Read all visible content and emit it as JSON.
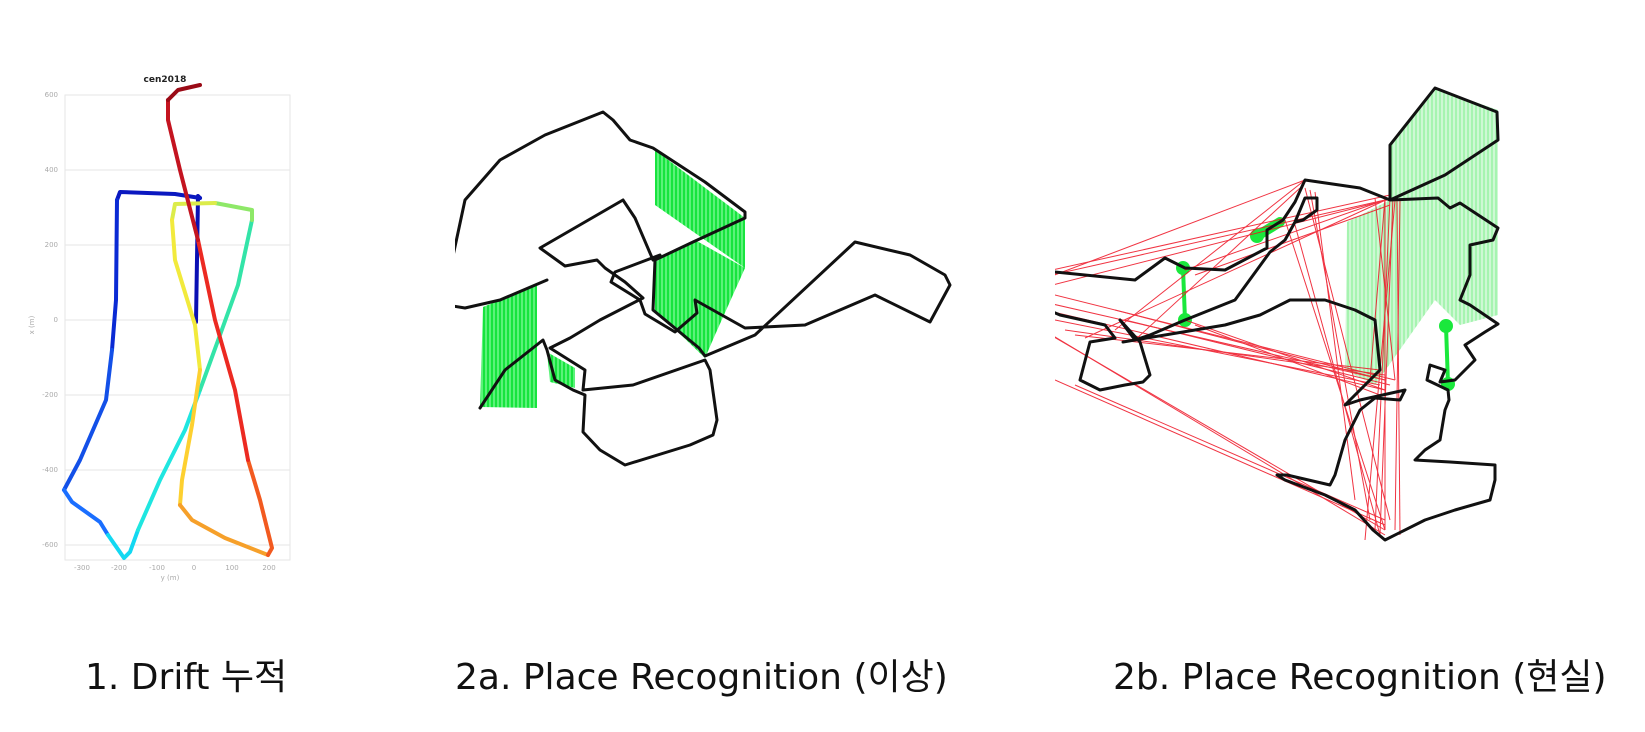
{
  "captions": {
    "drift": "1. Drift 누적",
    "ideal": "2a. Place Recognition (이상)",
    "real": "2b. Place Recognition (현실)"
  },
  "drift_plot": {
    "title": "cen2018",
    "xlabel": "y (m)",
    "ylabel": "x (m)",
    "xticks": [
      "-300",
      "-200",
      "-100",
      "0",
      "100",
      "200"
    ],
    "yticks": [
      "600",
      "400",
      "200",
      "0",
      "-200",
      "-400",
      "-600"
    ]
  },
  "colors": {
    "trajectory": "#000000",
    "true_match": "#22ee44",
    "false_match": "#ee1122"
  }
}
